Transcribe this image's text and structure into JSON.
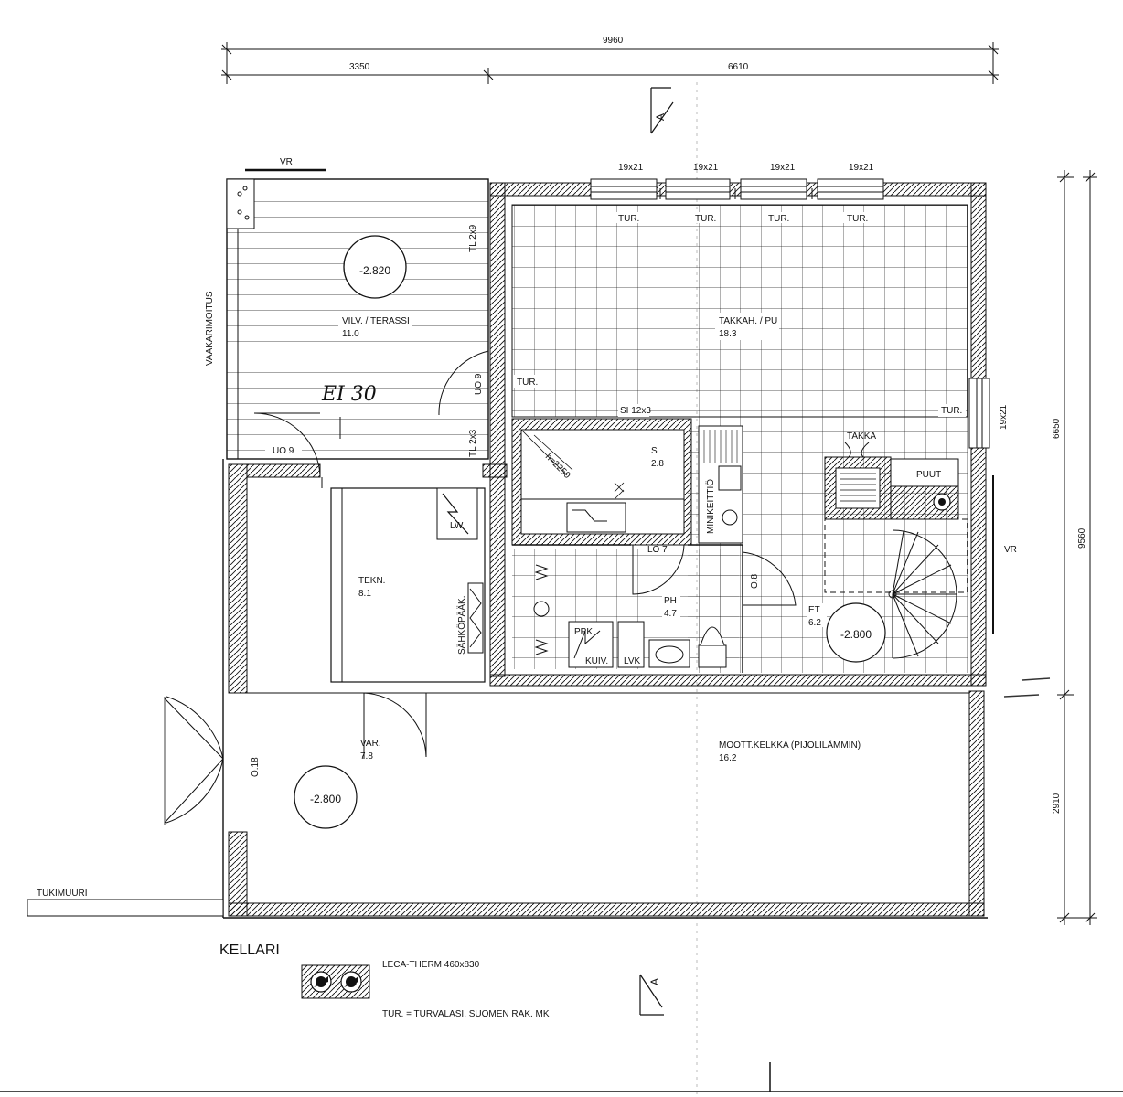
{
  "dimensions": {
    "top_total": "9960",
    "top_left": "3350",
    "top_right": "6610",
    "right_upper": "6650",
    "right_lower": "2910",
    "right_total": "9560"
  },
  "section_marker": {
    "letter": "A"
  },
  "windows": {
    "w1": "19x21",
    "w2": "19x21",
    "w3": "19x21",
    "w4": "19x21",
    "w_right": "19x21",
    "top_left_vr": "VR",
    "right_vr": "VR"
  },
  "tur_labels": {
    "t1": "TUR.",
    "t2": "TUR.",
    "t3": "TUR.",
    "t4": "TUR.",
    "t5": "TUR.",
    "t6": "TUR."
  },
  "rooms": {
    "terrace": {
      "name": "VILV. / TERASSI",
      "area": "11.0"
    },
    "fireplace_room": {
      "name": "TAKKAH. / PU",
      "area": "18.3"
    },
    "sauna": {
      "name": "S",
      "area": "2.8"
    },
    "tech": {
      "name": "TEKN.",
      "area": "8.1"
    },
    "wash": {
      "name": "PH",
      "area": "4.7"
    },
    "entry": {
      "name": "ET",
      "area": "6.2"
    },
    "storage": {
      "name": "VAR.",
      "area": "7.8"
    },
    "garage": {
      "name": "MOOTT.KELKKA (PIJOLILÄMMIN)",
      "area": "16.2"
    }
  },
  "levels": {
    "terrace": "-2.820",
    "entry": "-2.800",
    "storage": "-2.800"
  },
  "labels": {
    "vaakarimoitus": "VAAKARIMOITUS",
    "uo9_a": "UO 9",
    "uo9_b": "UO 9",
    "tl29_a": "TL 2x9",
    "tl29_b": "TL 2x3",
    "si": "SI 12x3",
    "lo7": "LO 7",
    "o8": "O.8",
    "o18": "O.18",
    "lw": "LW",
    "sahko": "SÄHKÖPÄÄK.",
    "ppk": "PPK",
    "kuiv": "KUIV.",
    "lvk": "LVK",
    "takka": "TAKKA",
    "puut": "PUUT",
    "minikeittio": "MINIKEITTIÖ",
    "h2250": "h=2250",
    "handwritten": "EI 30",
    "tukimuuri": "TUKIMUURI"
  },
  "legend": {
    "title": "KELLARI",
    "material": "LECA-THERM 460x830",
    "note": "TUR. = TURVALASI, SUOMEN RAK. MK"
  }
}
